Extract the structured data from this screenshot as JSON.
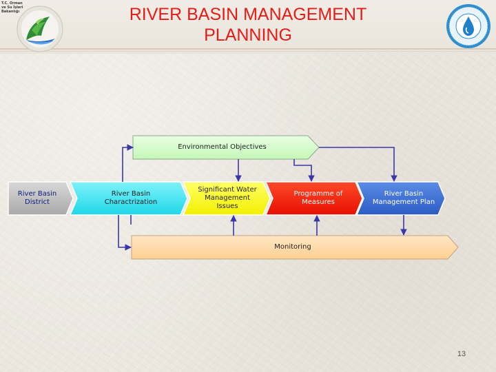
{
  "slide": {
    "title_line1": "RIVER BASIN MANAGEMENT",
    "title_line2": "PLANNING",
    "page_number": "13",
    "left_logo_text": "T.C. Orman ve Su İşleri Bakanlığı"
  },
  "diagram": {
    "environmental_objectives": "Environmental Objectives",
    "monitoring": "Monitoring",
    "steps": [
      "River Basin District",
      "River Basin Charactrization",
      "Significant Water Management Issues",
      "Programme of Measures",
      "River Basin Management Plan"
    ]
  },
  "colors": {
    "title": "#e41b17",
    "step_district": "#bdbdbd",
    "step_characterization": "#33e6f2",
    "step_issues": "#ffff00",
    "step_measures": "#ff1a00",
    "step_plan": "#3a6fd8",
    "objectives_bar": "#cfffc6",
    "monitoring_bar": "#ffd6a0",
    "connector": "#3a36a8"
  }
}
